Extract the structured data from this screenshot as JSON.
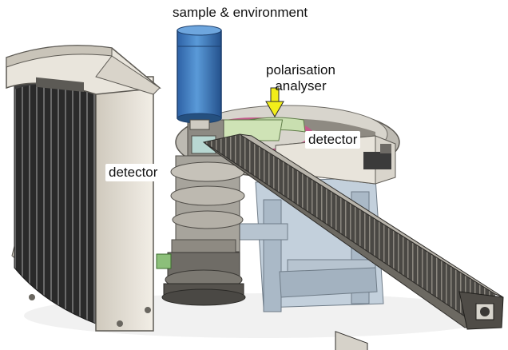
{
  "labels": {
    "sample_environment": "sample & environment",
    "polarisation_line1": "polarisation",
    "polarisation_line2": "analyser",
    "detector_left": "detector",
    "detector_right": "detector"
  },
  "colors": {
    "sample_cylinder": "#3f7fc4",
    "analyser_green": "#c9dfb0",
    "analyser_pink": "#c25a8a",
    "arrow_yellow": "#f2ee1a",
    "detector_panel": "#e6e1d6",
    "detector_blades": "#232323",
    "frame_blue": "#c3d0dc"
  },
  "icons": {
    "pointer": "yellow-down-arrow"
  }
}
